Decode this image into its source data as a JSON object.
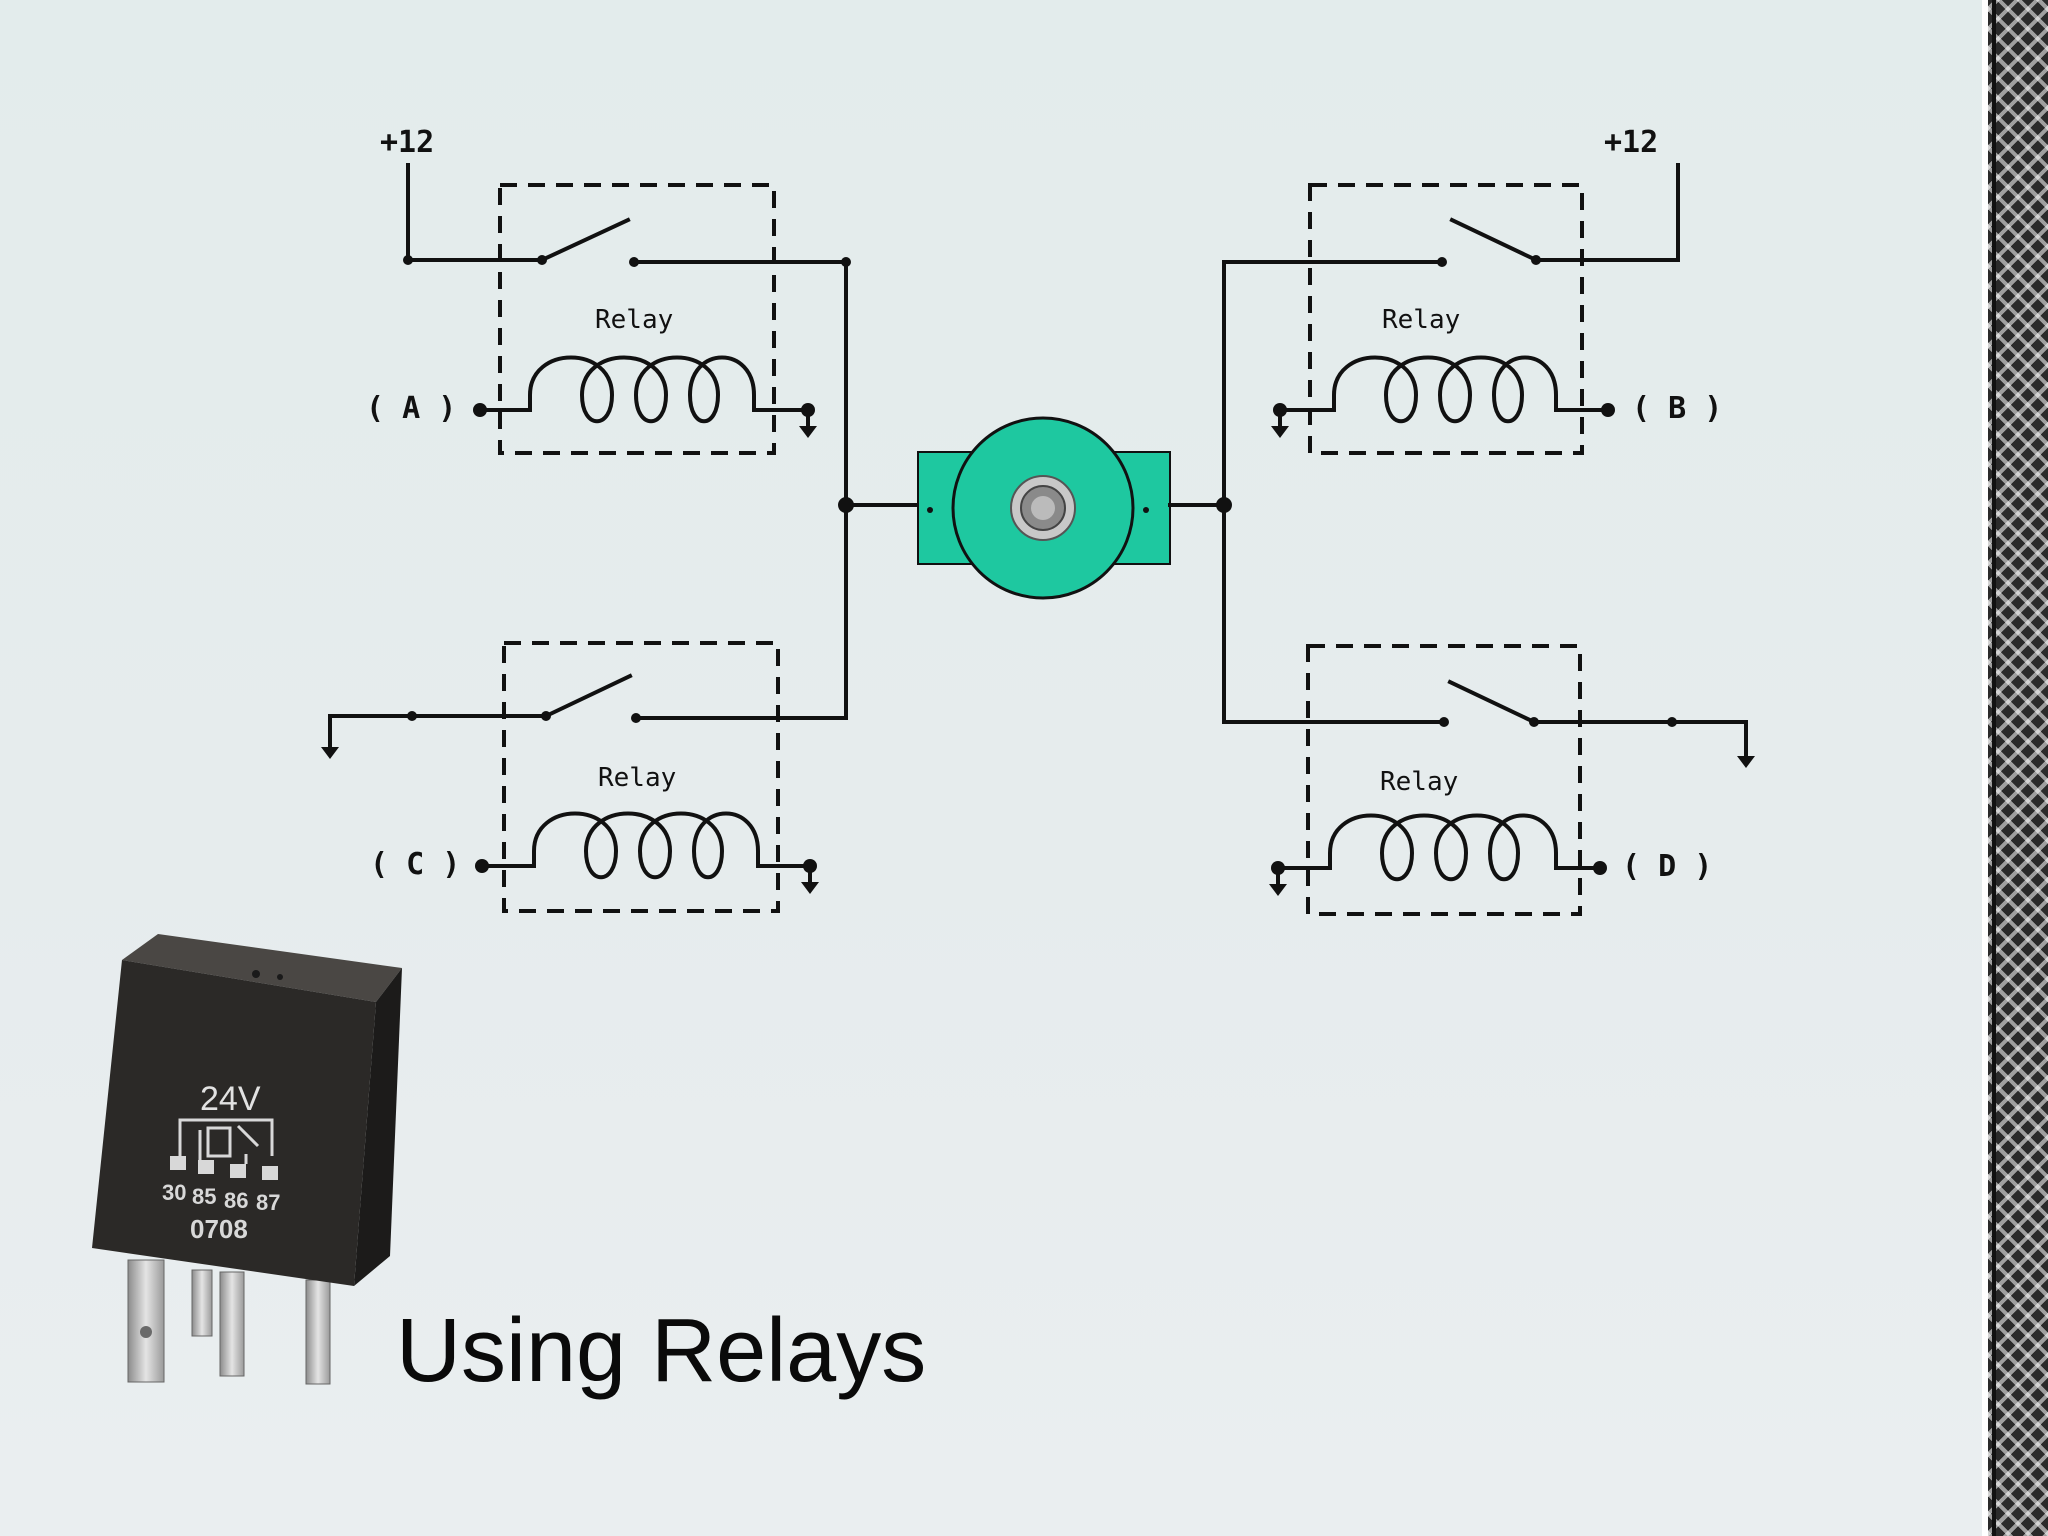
{
  "slide": {
    "title": "Using Relays"
  },
  "circuit": {
    "supply_left": "+12",
    "supply_right": "+12",
    "relay_label": "Relay",
    "inputs": {
      "a": "( A )",
      "b": "( B )",
      "c": "( C )",
      "d": "( D )"
    },
    "motor_color": "#1ec8a0"
  },
  "relay_photo": {
    "voltage": "24V",
    "pins": [
      "30",
      "85",
      "86",
      "87"
    ],
    "code": "0708"
  }
}
